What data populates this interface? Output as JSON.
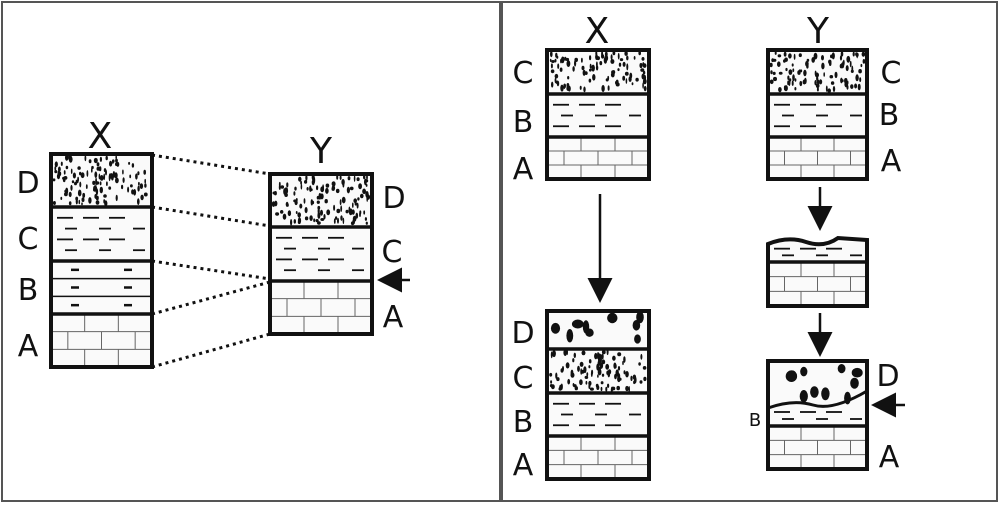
{
  "diagram": {
    "colors": {
      "ink": "#111111",
      "fill": "#fafafa",
      "frame": "#555555"
    },
    "left_panel": {
      "column_x": {
        "title": "X",
        "layers": [
          "D",
          "C",
          "B",
          "A"
        ]
      },
      "column_y": {
        "title": "Y",
        "layers": [
          "D",
          "C",
          "A"
        ]
      },
      "arrow": "arrow-left"
    },
    "right_panel": {
      "column_x": {
        "title": "X",
        "top": {
          "layers": [
            "C",
            "B",
            "A"
          ]
        },
        "bottom": {
          "layers": [
            "D",
            "C",
            "B",
            "A"
          ]
        }
      },
      "column_y": {
        "title": "Y",
        "top": {
          "layers": [
            "C",
            "B",
            "A"
          ]
        },
        "bottom": {
          "layers": [
            "D",
            "B",
            "A"
          ]
        },
        "arrow": "arrow-left"
      }
    }
  }
}
